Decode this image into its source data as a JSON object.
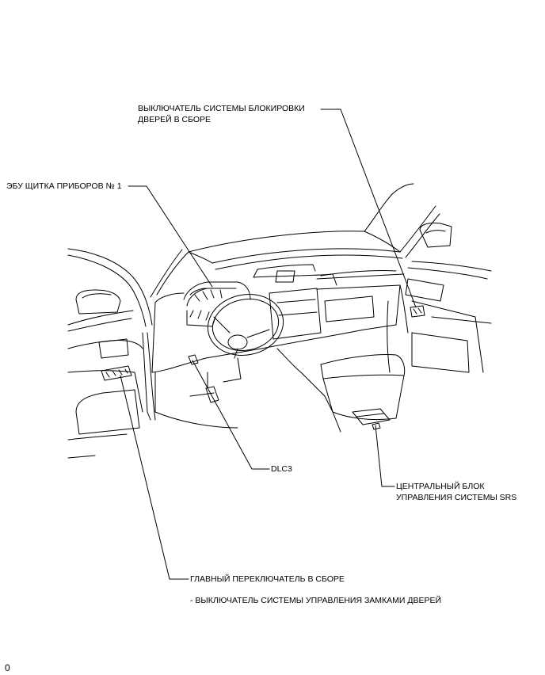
{
  "labels": {
    "door_lock_switch": [
      "ВЫКЛЮЧАТЕЛЬ СИСТЕМЫ БЛОКИРОВКИ",
      "ДВЕРЕЙ В СБОРЕ"
    ],
    "instrument_ecu": "ЭБУ ЩИТКА ПРИБОРОВ № 1",
    "dlc3": "DLC3",
    "srs_unit": [
      "ЦЕНТРАЛЬНЫЙ БЛОК",
      "УПРАВЛЕНИЯ СИСТЕМЫ SRS"
    ],
    "master_switch": "ГЛАВНЫЙ ПЕРЕКЛЮЧАТЕЛЬ В СБОРЕ",
    "master_switch_sub": "- ВЫКЛЮЧАТЕЛЬ СИСТЕМЫ УПРАВЛЕНИЯ ЗАМКАМИ ДВЕРЕЙ"
  },
  "figure_code": "0"
}
